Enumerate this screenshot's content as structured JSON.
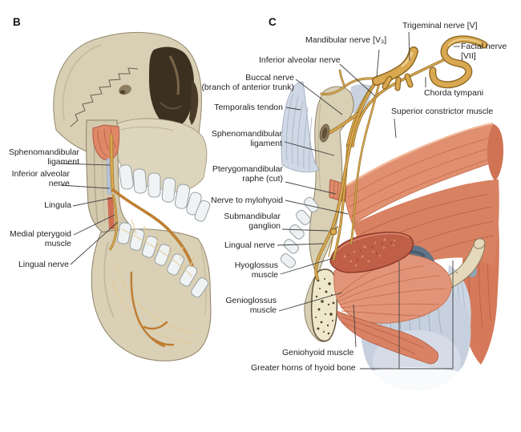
{
  "panel_b": {
    "letter": "B",
    "labels": {
      "sphenomandibular_ligament": "Sphenomandibular\nligament",
      "inferior_alveolar_nerve": "Inferior alveolar\nnerve",
      "lingula": "Lingula",
      "medial_pterygoid_muscle": "Medial pterygoid\nmuscle",
      "lingual_nerve": "Lingual nerve"
    }
  },
  "panel_c": {
    "letter": "C",
    "labels": {
      "mandibular_nerve": "Mandibular nerve [V₃]",
      "trigeminal_nerve": "Trigeminal nerve [V]",
      "facial_nerve": "Facial nerve\n[VII]",
      "inferior_alveolar_nerve": "Inferior alveolar nerve",
      "buccal_nerve": "Buccal nerve\n(branch of anterior trunk)",
      "chorda_tympani": "Chorda tympani",
      "temporalis_tendon": "Temporalis tendon",
      "superior_constrictor_muscle": "Superior constrictor muscle",
      "sphenomandibular_ligament": "Sphenomandibular\nligament",
      "pterygomandibular_raphe": "Pterygomandibular\nraphe (cut)",
      "nerve_to_mylohyoid": "Nerve to mylohyoid",
      "submandibular_ganglion": "Submandibular\nganglion",
      "lingual_nerve": "Lingual nerve",
      "hyoglossus_muscle": "Hyoglossus\nmuscle",
      "genioglossus_muscle": "Genioglossus\nmuscle",
      "geniohyoid_muscle": "Geniohyoid muscle",
      "greater_horns_of_hyoid_bone": "Greater horns of hyoid bone"
    }
  },
  "colors": {
    "background": "#ffffff",
    "bone": "#d8cfb4",
    "muscle_red": "#df8868",
    "nerve_gold": "#d9a850",
    "tendon_blue": "#cfd8e4",
    "cut_muscle": "#c05f48",
    "membrane_blue": "#c7d0de",
    "label_text": "#231f20"
  }
}
